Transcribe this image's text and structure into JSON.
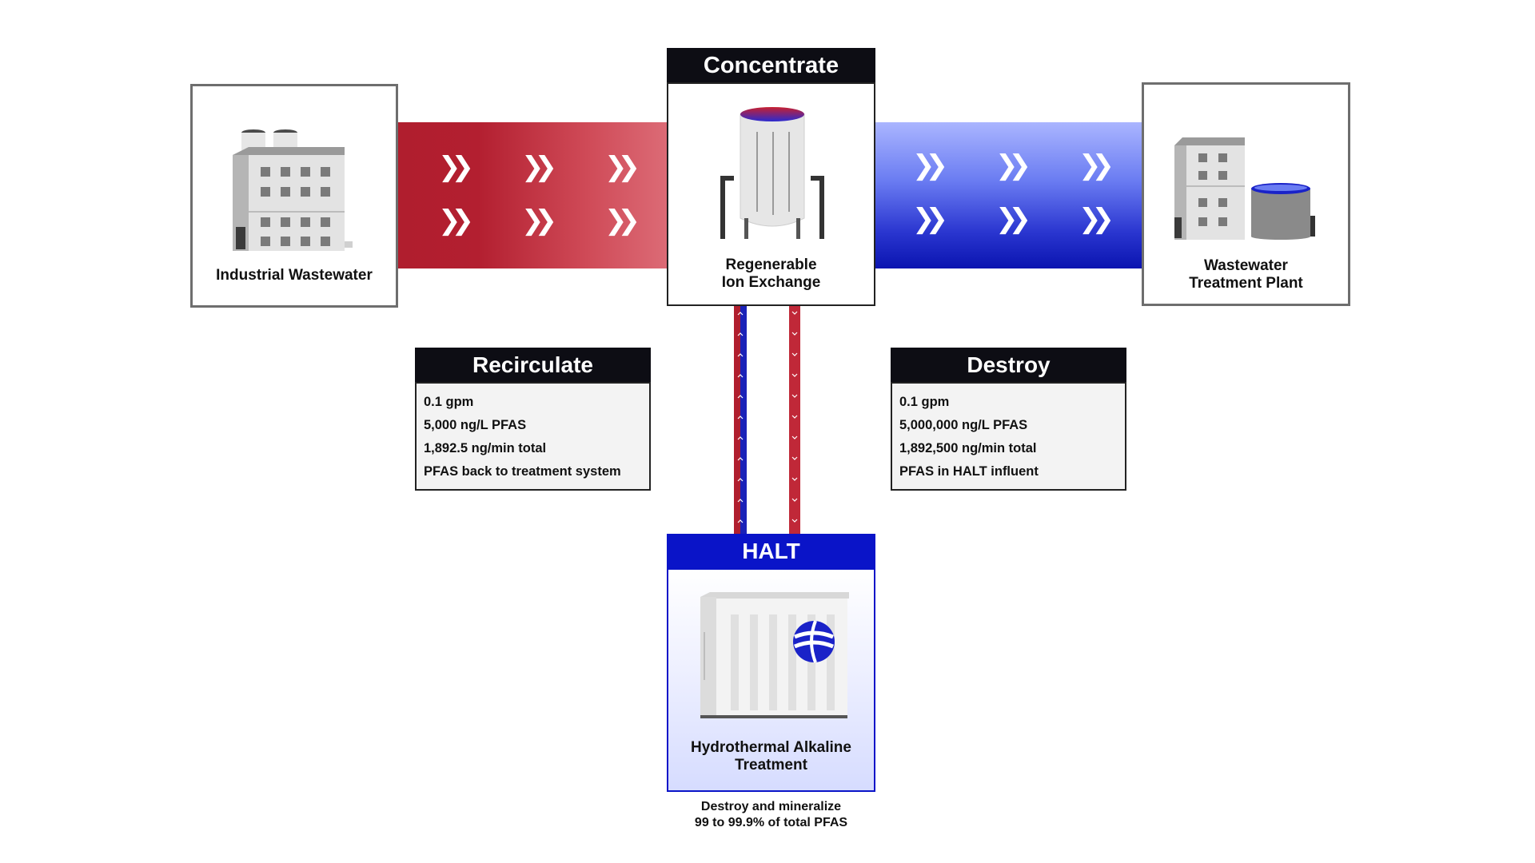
{
  "nodes": {
    "industrial": {
      "label": "Industrial Wastewater"
    },
    "ion_exchange": {
      "header": "Concentrate",
      "label_line1": "Regenerable",
      "label_line2": "Ion Exchange"
    },
    "wwtp": {
      "label_line1": "Wastewater",
      "label_line2": "Treatment Plant"
    },
    "halt": {
      "header": "HALT",
      "label_line1": "Hydrothermal Alkaline",
      "label_line2": "Treatment"
    }
  },
  "recirculate": {
    "title": "Recirculate",
    "lines": [
      "0.1 gpm",
      "5,000 ng/L PFAS",
      "1,892.5 ng/min total",
      "PFAS back to treatment system"
    ]
  },
  "destroy": {
    "title": "Destroy",
    "lines": [
      "0.1 gpm",
      "5,000,000 ng/L PFAS",
      "1,892,500 ng/min total",
      "PFAS in HALT influent"
    ]
  },
  "footnote": {
    "line1": "Destroy and mineralize",
    "line2": "99 to 99.9% of total PFAS"
  },
  "colors": {
    "red": "#b01e2e",
    "blue": "#0a14c8",
    "header_black": "#0d0d14",
    "border_gray": "#6e6e6e"
  },
  "icons": [
    "factory-icon",
    "ion-exchange-tank-icon",
    "treatment-plant-icon",
    "halt-unit-icon",
    "halt-logo-icon",
    "chevron-right-icon",
    "chevron-up-icon",
    "chevron-down-icon"
  ]
}
